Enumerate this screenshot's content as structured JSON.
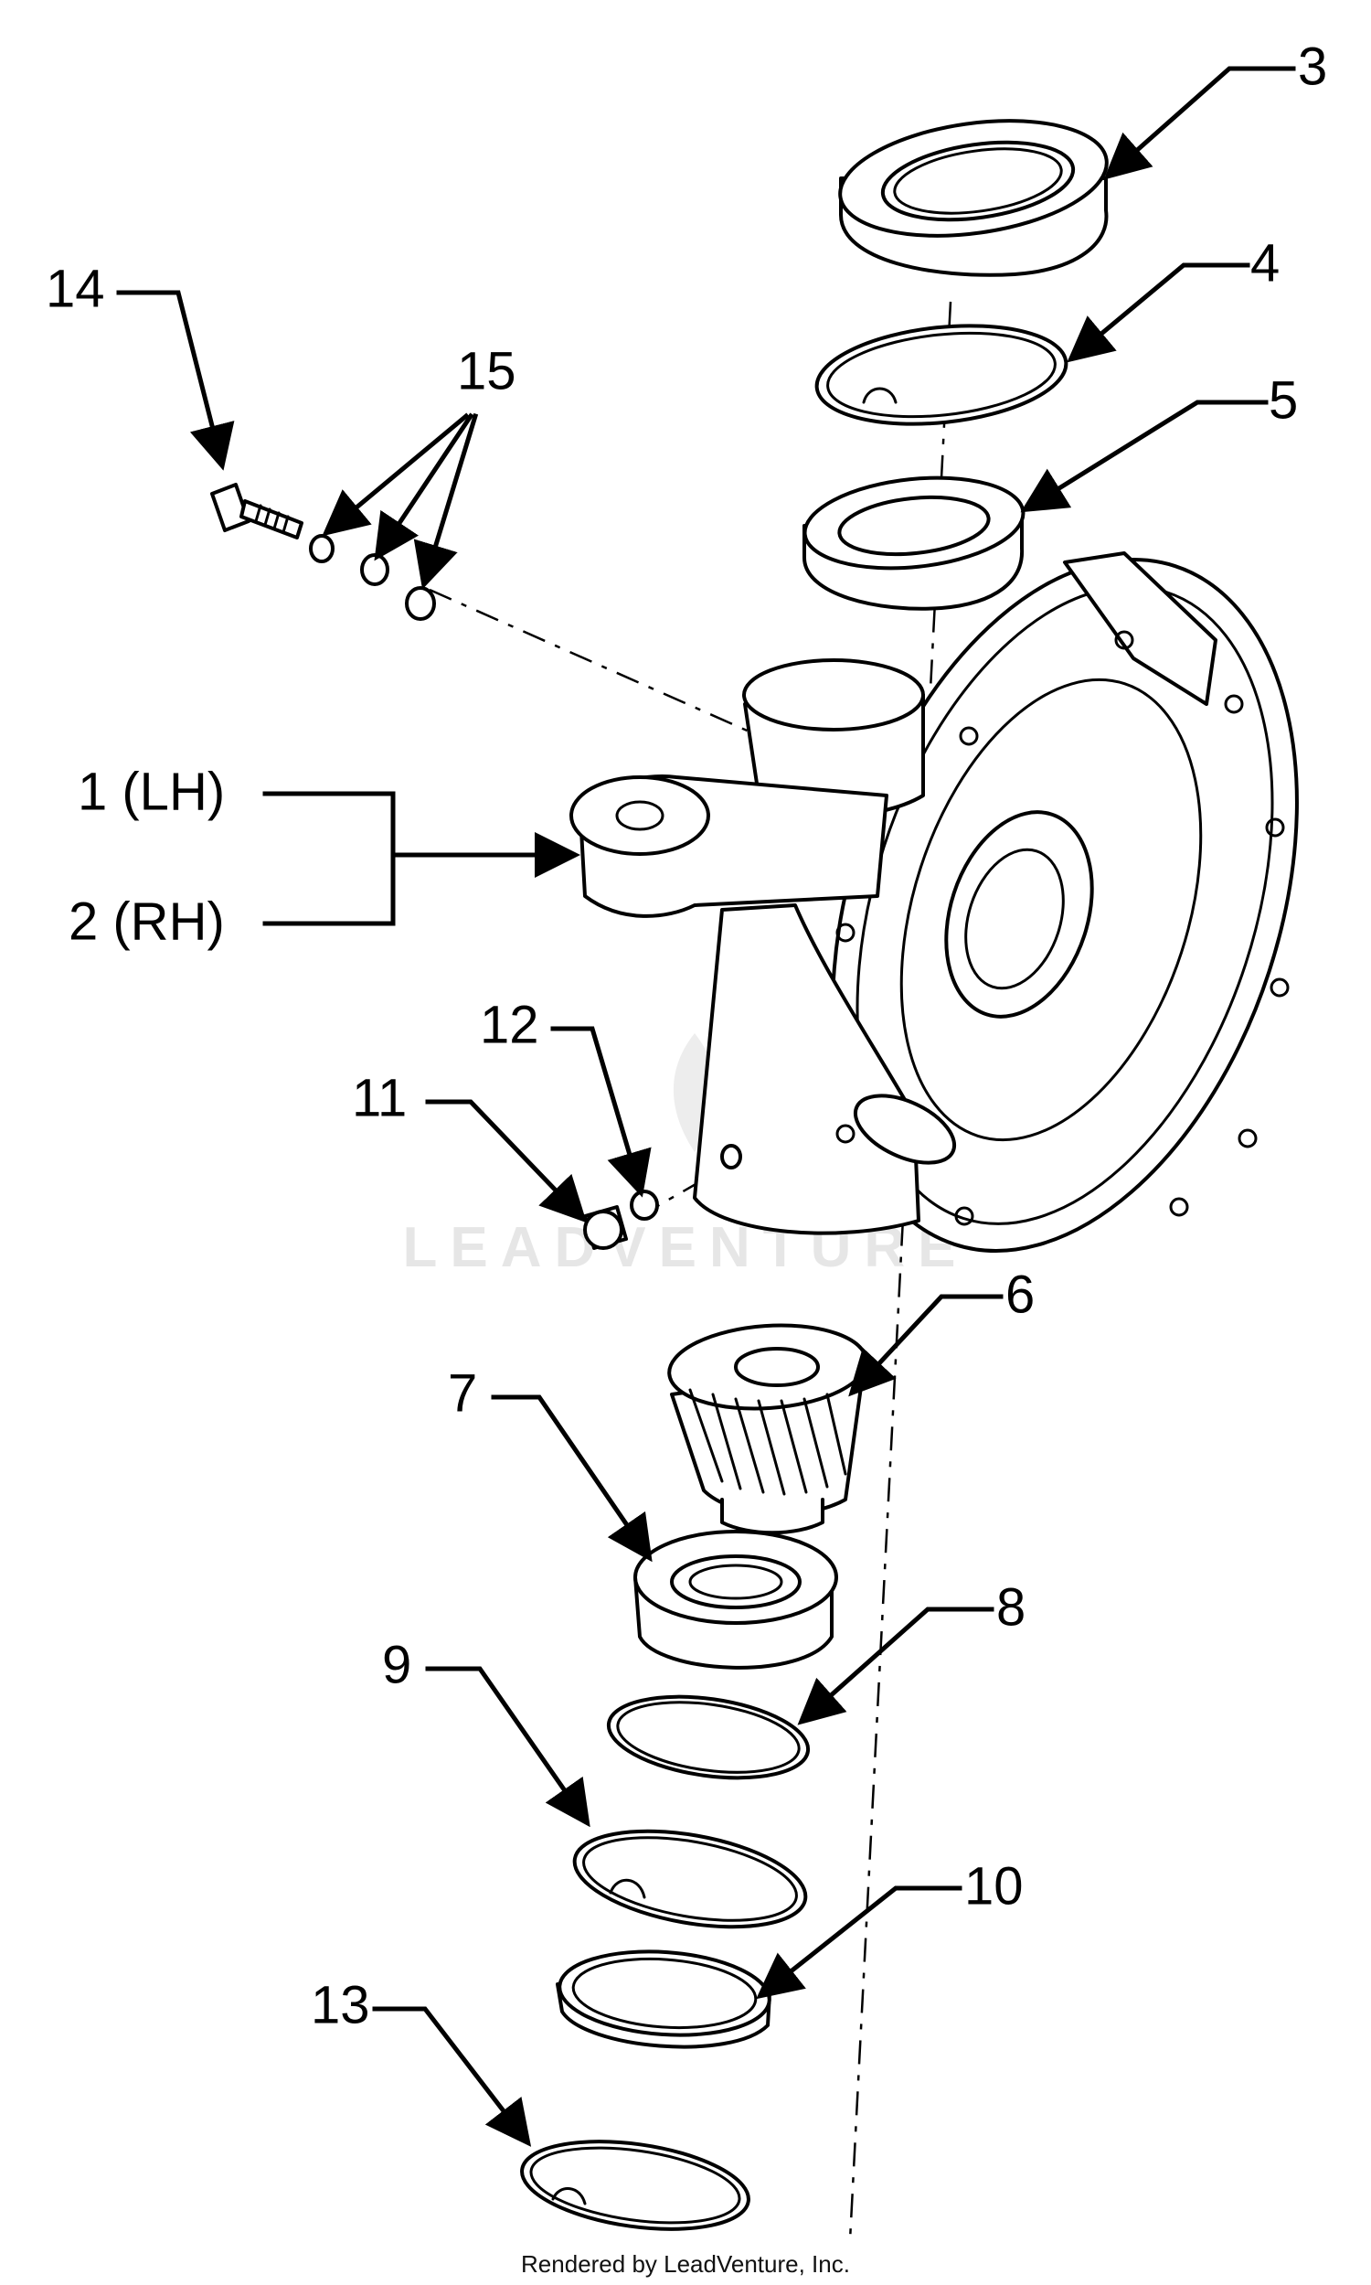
{
  "diagram": {
    "callouts": [
      {
        "id": "3",
        "label": "3"
      },
      {
        "id": "4",
        "label": "4"
      },
      {
        "id": "5",
        "label": "5"
      },
      {
        "id": "14",
        "label": "14"
      },
      {
        "id": "15",
        "label": "15"
      },
      {
        "id": "1",
        "label": "1 (LH)"
      },
      {
        "id": "2",
        "label": "2 (RH)"
      },
      {
        "id": "12",
        "label": "12"
      },
      {
        "id": "11",
        "label": "11"
      },
      {
        "id": "6",
        "label": "6"
      },
      {
        "id": "7",
        "label": "7"
      },
      {
        "id": "8",
        "label": "8"
      },
      {
        "id": "9",
        "label": "9"
      },
      {
        "id": "10",
        "label": "10"
      },
      {
        "id": "13",
        "label": "13"
      }
    ],
    "watermark": "LEADVENTURE",
    "footer": "Rendered by LeadVenture, Inc."
  }
}
